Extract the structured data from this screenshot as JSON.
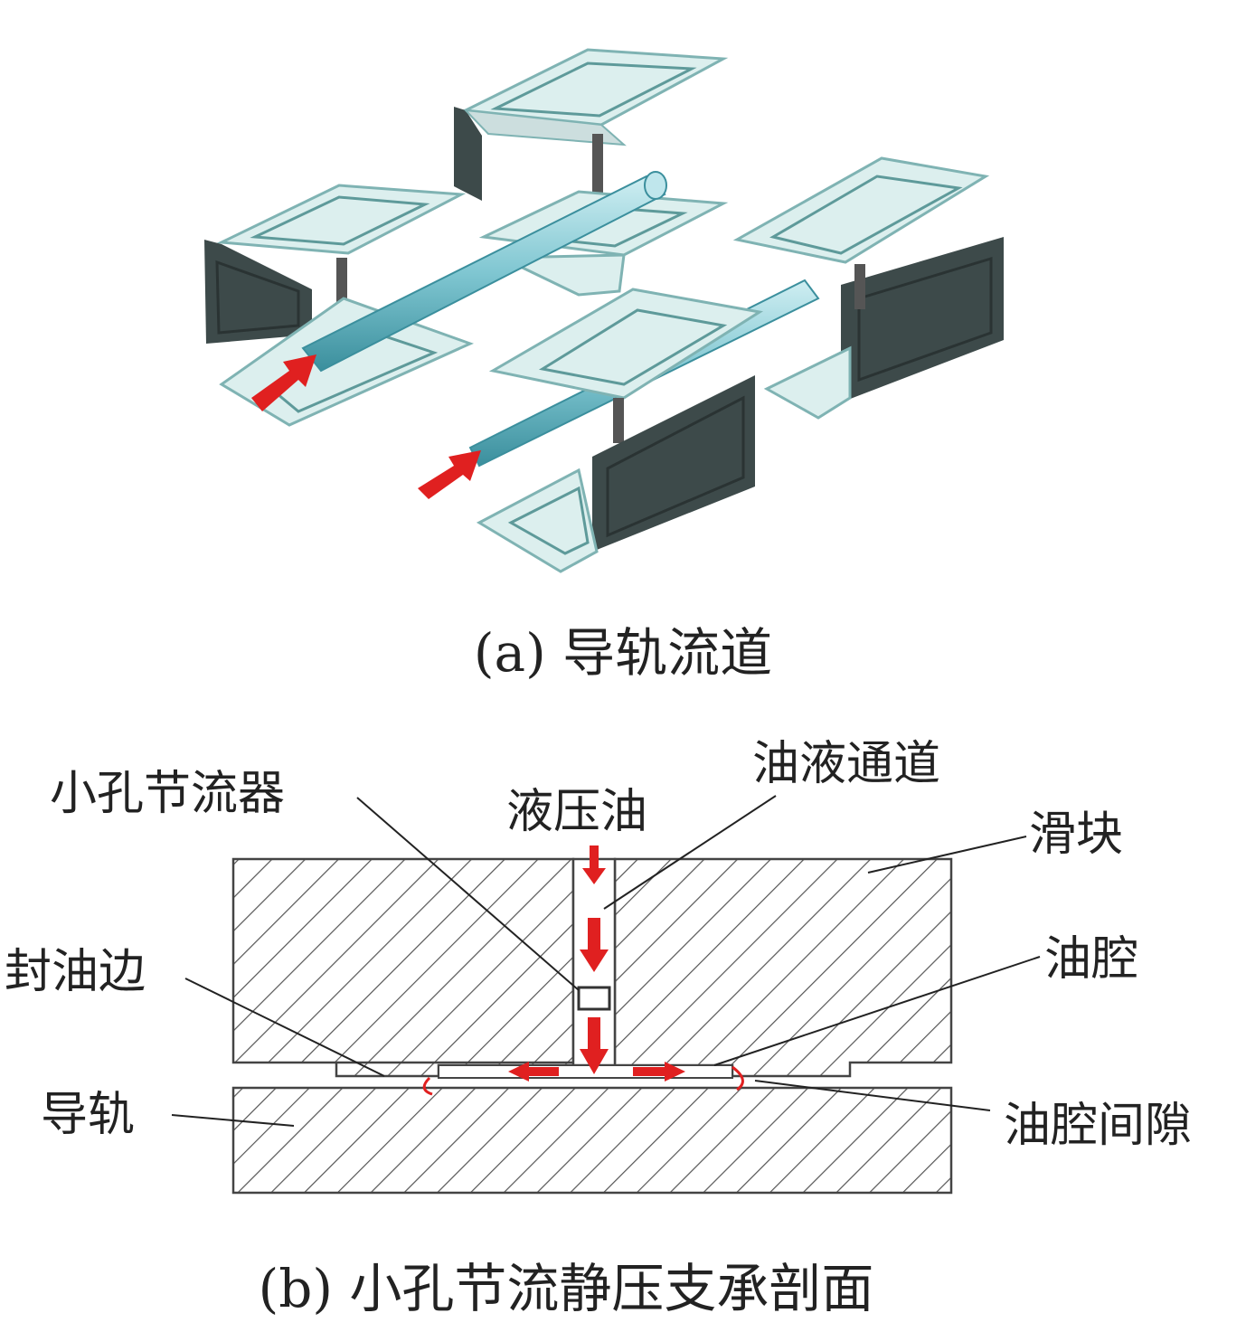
{
  "caption_a": "(a)  导轨流道",
  "caption_b": "(b)  小孔节流静压支承剖面",
  "labels": {
    "orifice": "小孔节流器",
    "hydraulic_oil": "液压油",
    "oil_channel": "油液通道",
    "slider": "滑块",
    "seal_edge": "封油边",
    "oil_cavity": "油腔",
    "guide_rail": "导轨",
    "cavity_gap": "油腔间隙"
  },
  "colors": {
    "pad_fill": "#dcefee",
    "pad_edge": "#7fb3b3",
    "dark_block": "#3d4a4a",
    "pipe": "#7dc0cc",
    "arrow": "#e02020",
    "hatch": "#555555"
  }
}
